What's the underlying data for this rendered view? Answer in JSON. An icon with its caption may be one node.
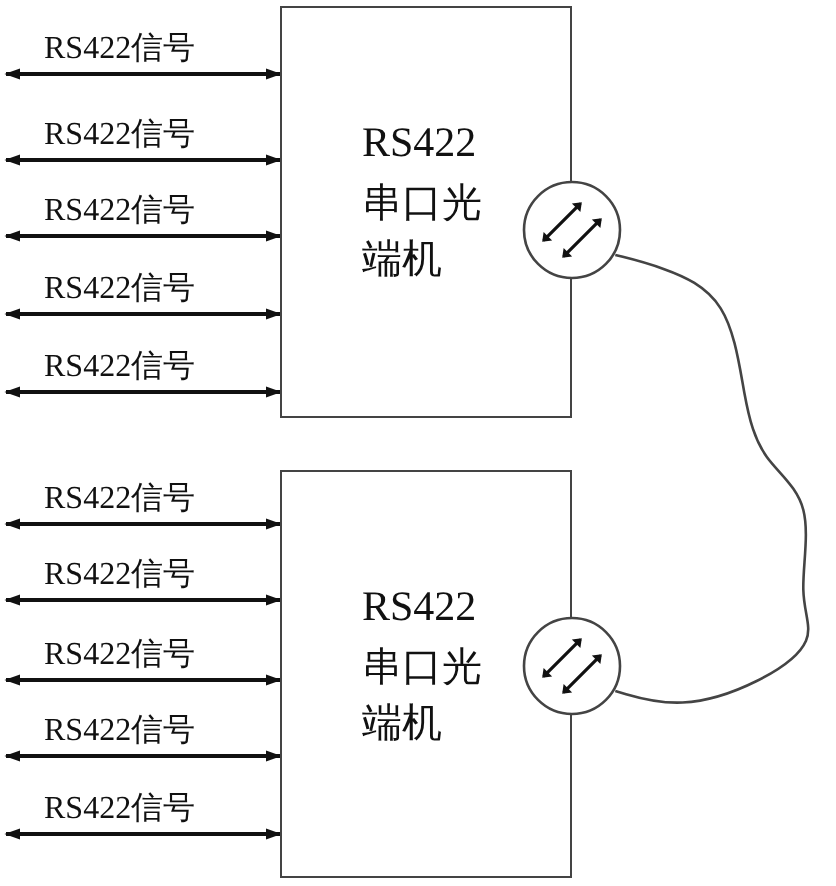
{
  "diagram": {
    "nodes": [
      {
        "text": [
          "RS422",
          "串口光端机"
        ]
      },
      {
        "text": [],
        "shape": "circle"
      },
      {
        "text": [
          "RS422",
          "串口光端机"
        ]
      },
      {
        "text": [],
        "shape": "circle"
      }
    ],
    "edges": [
      {
        "from": null,
        "to": 0,
        "arrow": "both",
        "label": "RS422信号"
      },
      {
        "from": null,
        "to": 0,
        "arrow": "both",
        "label": "RS422信号"
      },
      {
        "from": null,
        "to": 0,
        "arrow": "both",
        "label": "RS422信号"
      },
      {
        "from": null,
        "to": 0,
        "arrow": "both",
        "label": "RS422信号"
      },
      {
        "from": null,
        "to": 0,
        "arrow": "both",
        "label": "RS422信号"
      },
      {
        "from": null,
        "to": 2,
        "arrow": "both",
        "label": "RS422信号"
      },
      {
        "from": null,
        "to": 2,
        "arrow": "both",
        "label": "RS422信号"
      },
      {
        "from": null,
        "to": 2,
        "arrow": "both",
        "label": "RS422信号"
      },
      {
        "from": null,
        "to": 2,
        "arrow": "both",
        "label": "RS422信号"
      },
      {
        "from": null,
        "to": 2,
        "arrow": "both",
        "label": "RS422信号"
      },
      {
        "from": 1,
        "to": 3,
        "arrow": "none"
      }
    ]
  }
}
